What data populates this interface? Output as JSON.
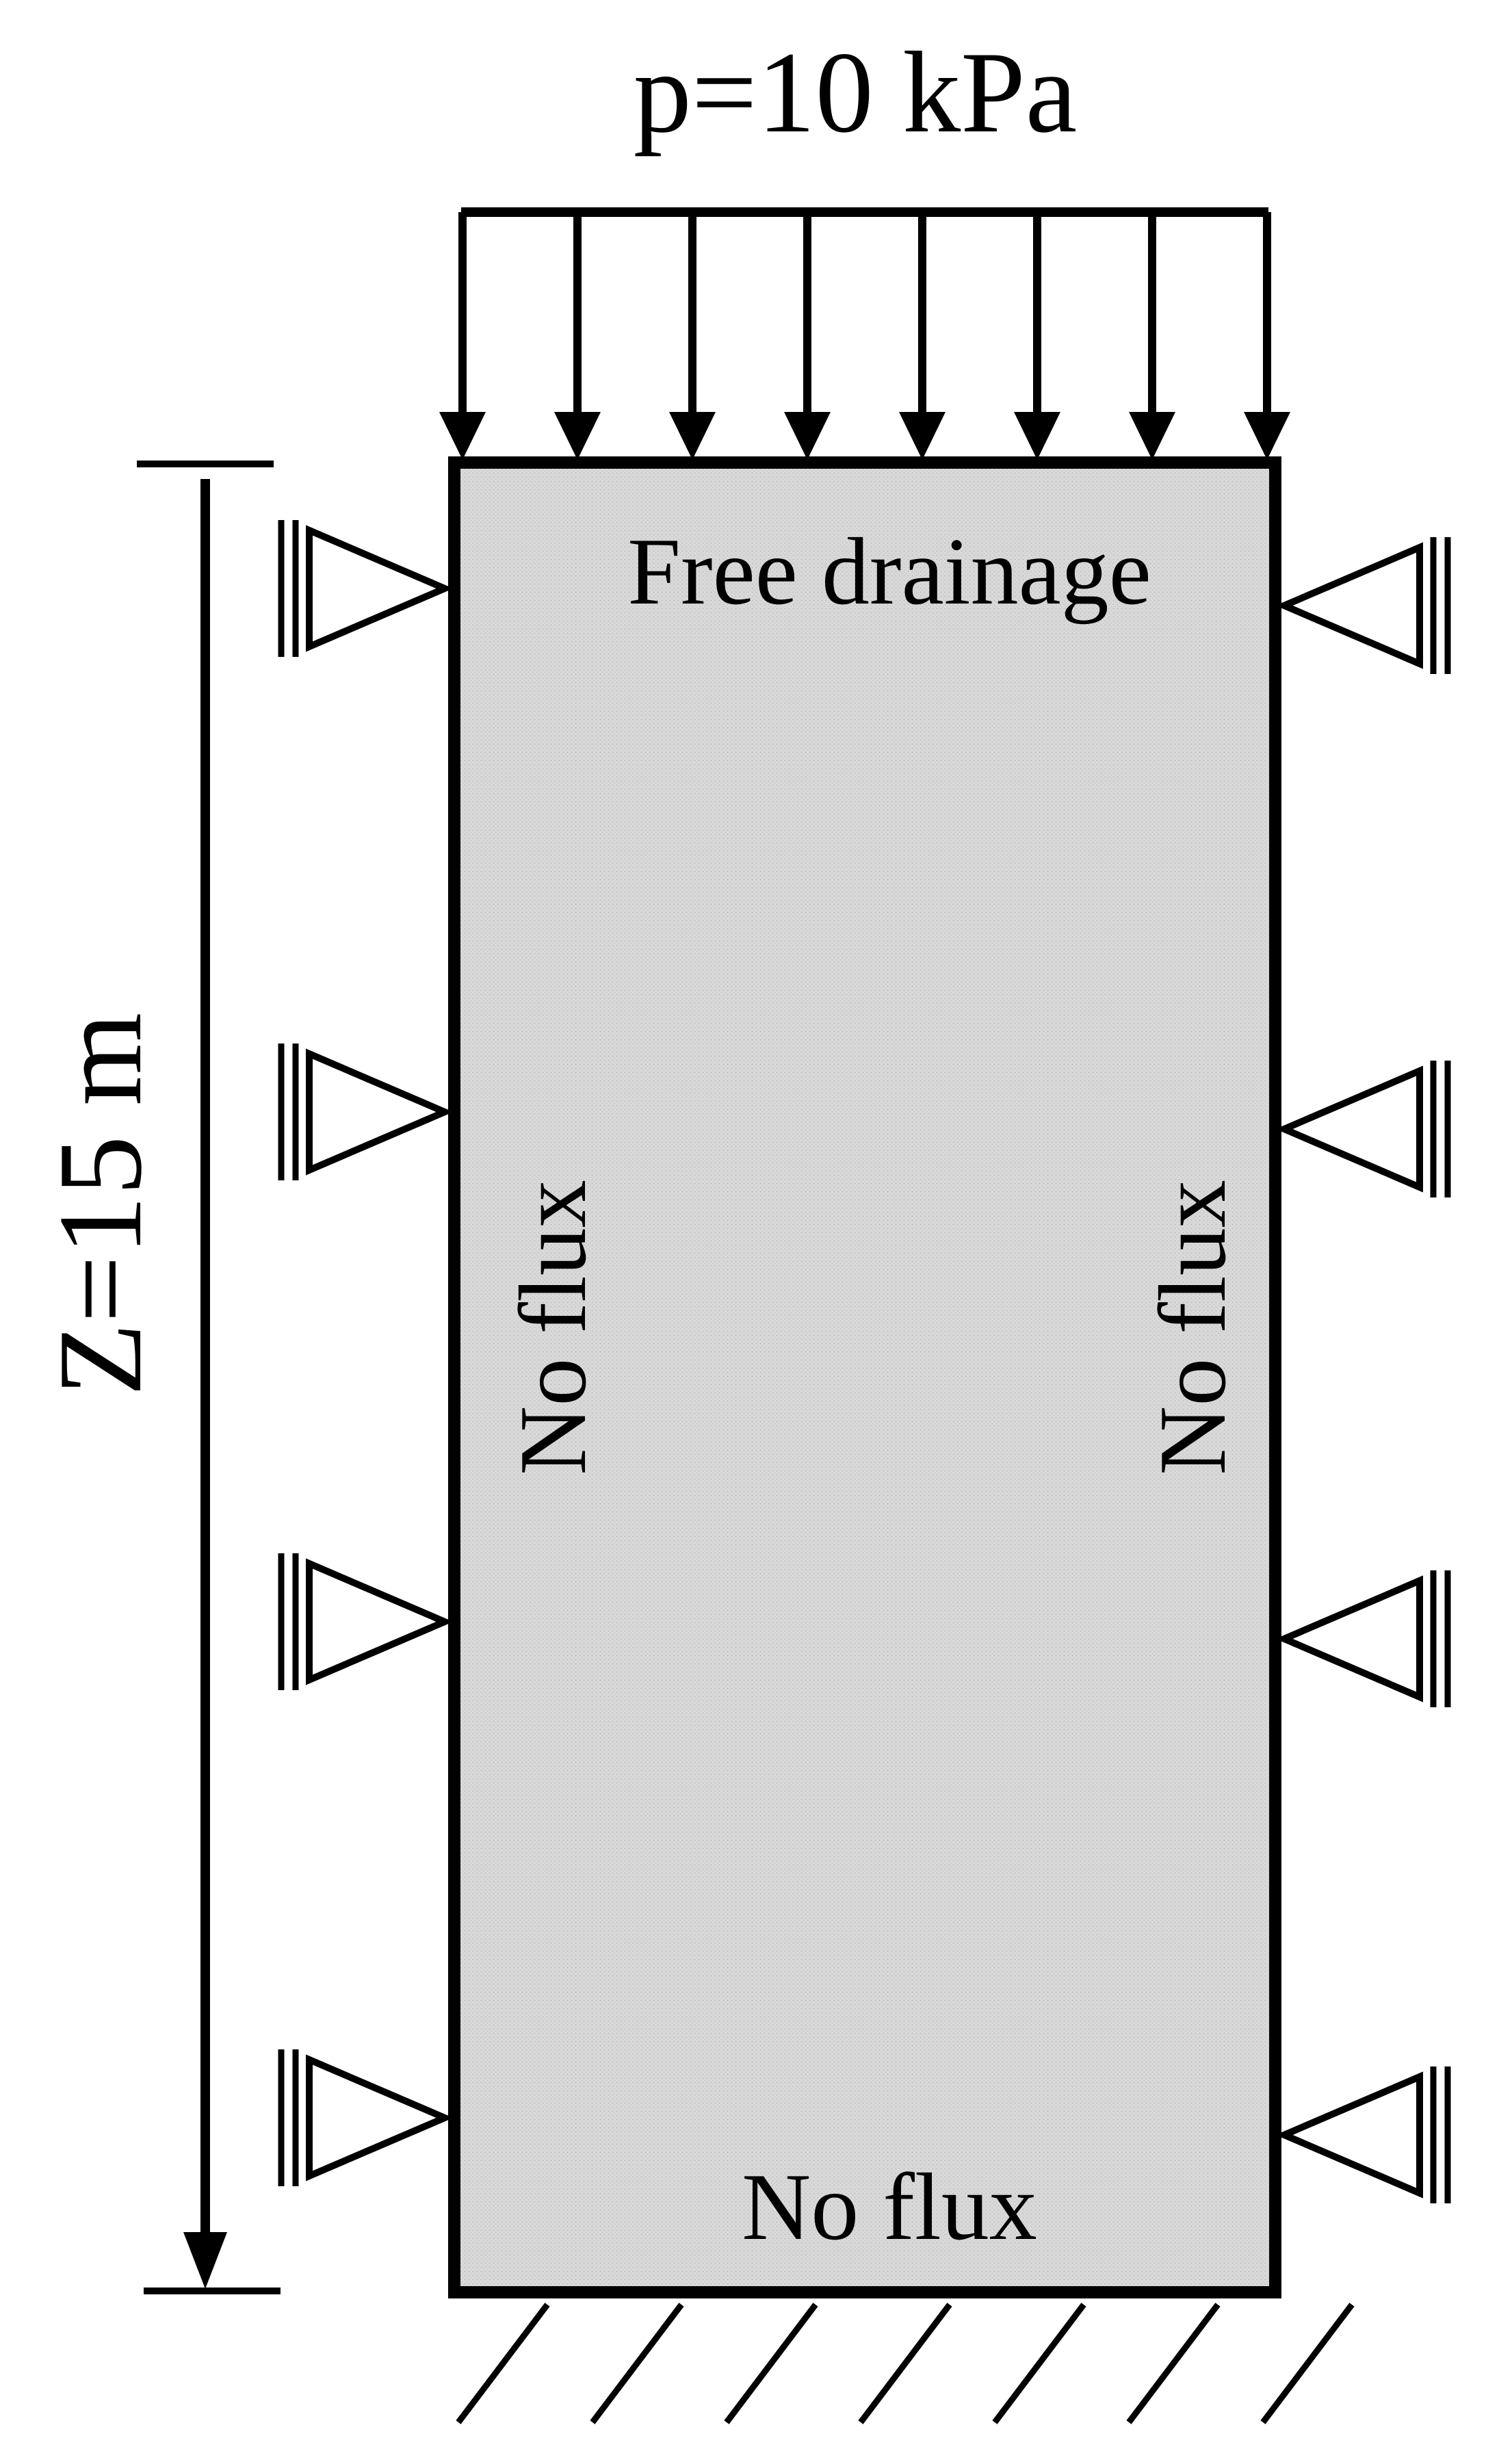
{
  "load": {
    "label": "p=10 kPa",
    "arrow_count": 8
  },
  "depth": {
    "label": "Z=15 m"
  },
  "boundaries": {
    "top": "Free drainage",
    "left": "No flux",
    "right": "No flux",
    "bottom": "No flux"
  },
  "supports": {
    "left_count": 4,
    "right_count": 4
  },
  "colors": {
    "stroke": "#000000",
    "fill": "#d6d6d6",
    "background": "#ffffff"
  }
}
